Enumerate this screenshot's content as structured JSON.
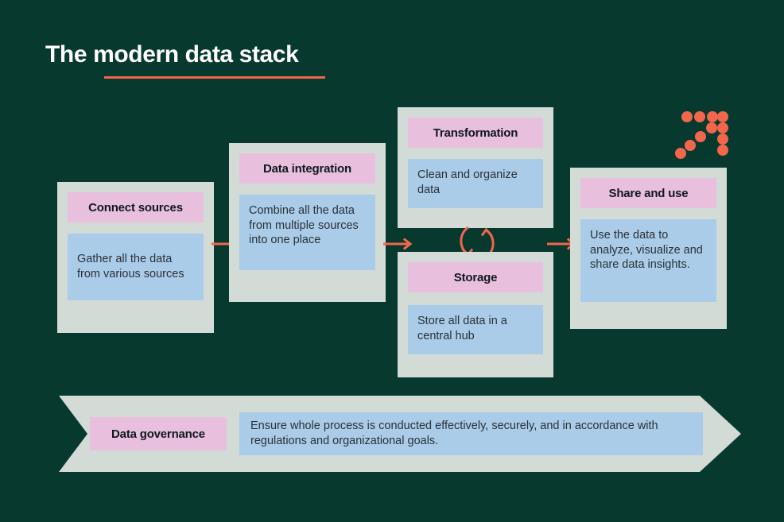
{
  "page": {
    "title": "The modern data stack",
    "background_color": "#07392e",
    "accent_color": "#f2664c",
    "card_color": "#d3dbd7",
    "header_color": "#e8c0dd",
    "body_color": "#aacce8"
  },
  "stages": [
    {
      "id": "connect",
      "title": "Connect sources",
      "description": "Gather all the data from various sources"
    },
    {
      "id": "integration",
      "title": "Data integration",
      "description": "Combine all the data from multiple sources into one place"
    },
    {
      "id": "transformation",
      "title": "Transformation",
      "description": "Clean and organize data"
    },
    {
      "id": "storage",
      "title": "Storage",
      "description": "Store all data in a central hub"
    },
    {
      "id": "share",
      "title": "Share and use",
      "description": "Use the data to analyze, visualize and share data insights."
    }
  ],
  "governance": {
    "label": "Data governance",
    "description": "Ensure whole process is conducted effectively, securely, and in accordance with regulations and organizational goals."
  },
  "icons": {
    "flow_arrow": "flow-arrow-icon",
    "cycle_arrows": "cycle-arrows-icon",
    "dot_motif": "dot-arrow-motif-icon"
  }
}
